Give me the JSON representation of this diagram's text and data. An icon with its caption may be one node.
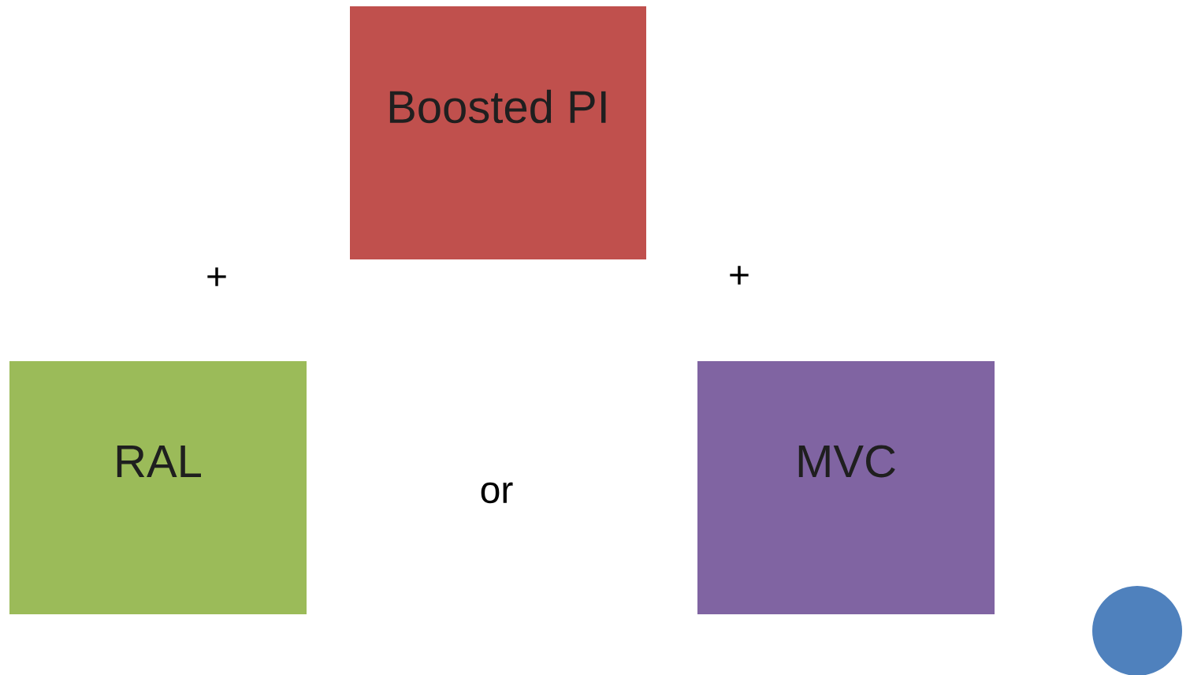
{
  "diagram": {
    "nodes": [
      {
        "text": [
          "Boosted PI"
        ]
      },
      {
        "text": [
          "RAL"
        ]
      },
      {
        "text": [
          "MVC"
        ]
      },
      {
        "text": [],
        "shape": "circle"
      }
    ],
    "labels": [
      "+",
      "+",
      "or"
    ]
  }
}
